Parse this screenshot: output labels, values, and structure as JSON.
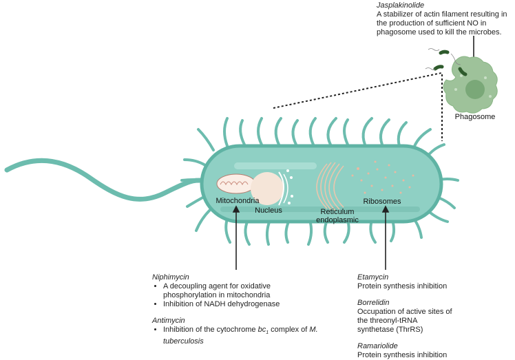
{
  "colors": {
    "bacterium_body": "#8fd0c4",
    "bacterium_outline": "#5fb3a4",
    "organelle_fill": "#f5e5d8",
    "phagosome": "#9ec29a",
    "phagosome_nucleus": "#7aa878",
    "microbe": "#2e5a2c"
  },
  "phagosome": {
    "compound": "Jasplakinolide",
    "description_lines": [
      "A stabilizer of actin filament resulting in",
      "the production of sufficient NO in",
      "phagosome used to kill the microbes."
    ],
    "label": "Phagosome"
  },
  "organelles": {
    "mitochondria": "Mitochondria",
    "nucleus": "Nucleus",
    "reticulum_line1": "Reticulum",
    "reticulum_line2": "endoplasmic",
    "ribosomes": "Ribosomes"
  },
  "mitochondria_targets": [
    {
      "compound": "Niphimycin",
      "bullets": [
        [
          "A decoupling agent for oxidative",
          "phosphorylation in mitochondria"
        ],
        [
          "Inhibition of NADH dehydrogenase"
        ]
      ]
    },
    {
      "compound": "Antimycin",
      "bullet_prefix": "Inhibition of the cytochrome ",
      "bullet_bc": "bc",
      "bullet_sub": "1",
      "bullet_mid": " complex of ",
      "bullet_species1": "M.",
      "bullet_species2": "tuberculosis"
    }
  ],
  "ribosome_targets": [
    {
      "compound": "Etamycin",
      "lines": [
        "Protein synthesis inhibition"
      ]
    },
    {
      "compound": "Borrelidin",
      "lines": [
        "Occupation of active sites of",
        "the threonyl-tRNA",
        "synthetase (ThrRS)"
      ]
    },
    {
      "compound": "Ramariolide",
      "lines": [
        "Protein synthesis inhibition"
      ]
    }
  ]
}
